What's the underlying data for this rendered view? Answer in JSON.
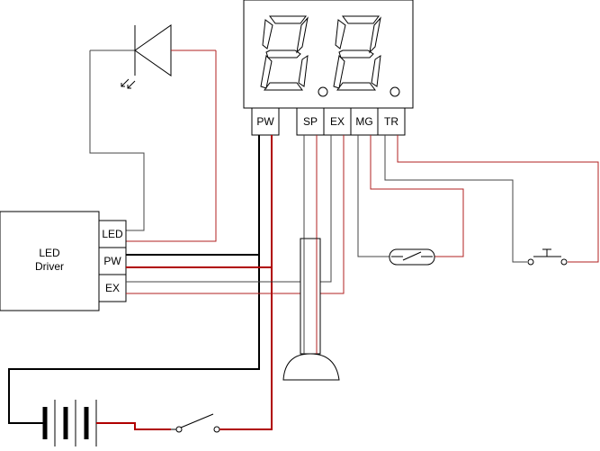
{
  "display": {
    "digit_value": "2.2.",
    "pins": [
      "PW",
      "SP",
      "EX",
      "MG",
      "TR"
    ]
  },
  "driver": {
    "title_line1": "LED",
    "title_line2": "Driver",
    "pins": [
      "LED",
      "PW",
      "EX"
    ]
  },
  "colors": {
    "red_wire": "#b22222",
    "black_wire": "#000000",
    "signal_wire": "#444444"
  },
  "components": {
    "led": "led-diode",
    "speaker": "speaker",
    "magnetic_switch": "reed-switch",
    "trigger": "push-button",
    "battery": "battery-pack",
    "power_switch": "toggle-switch"
  }
}
